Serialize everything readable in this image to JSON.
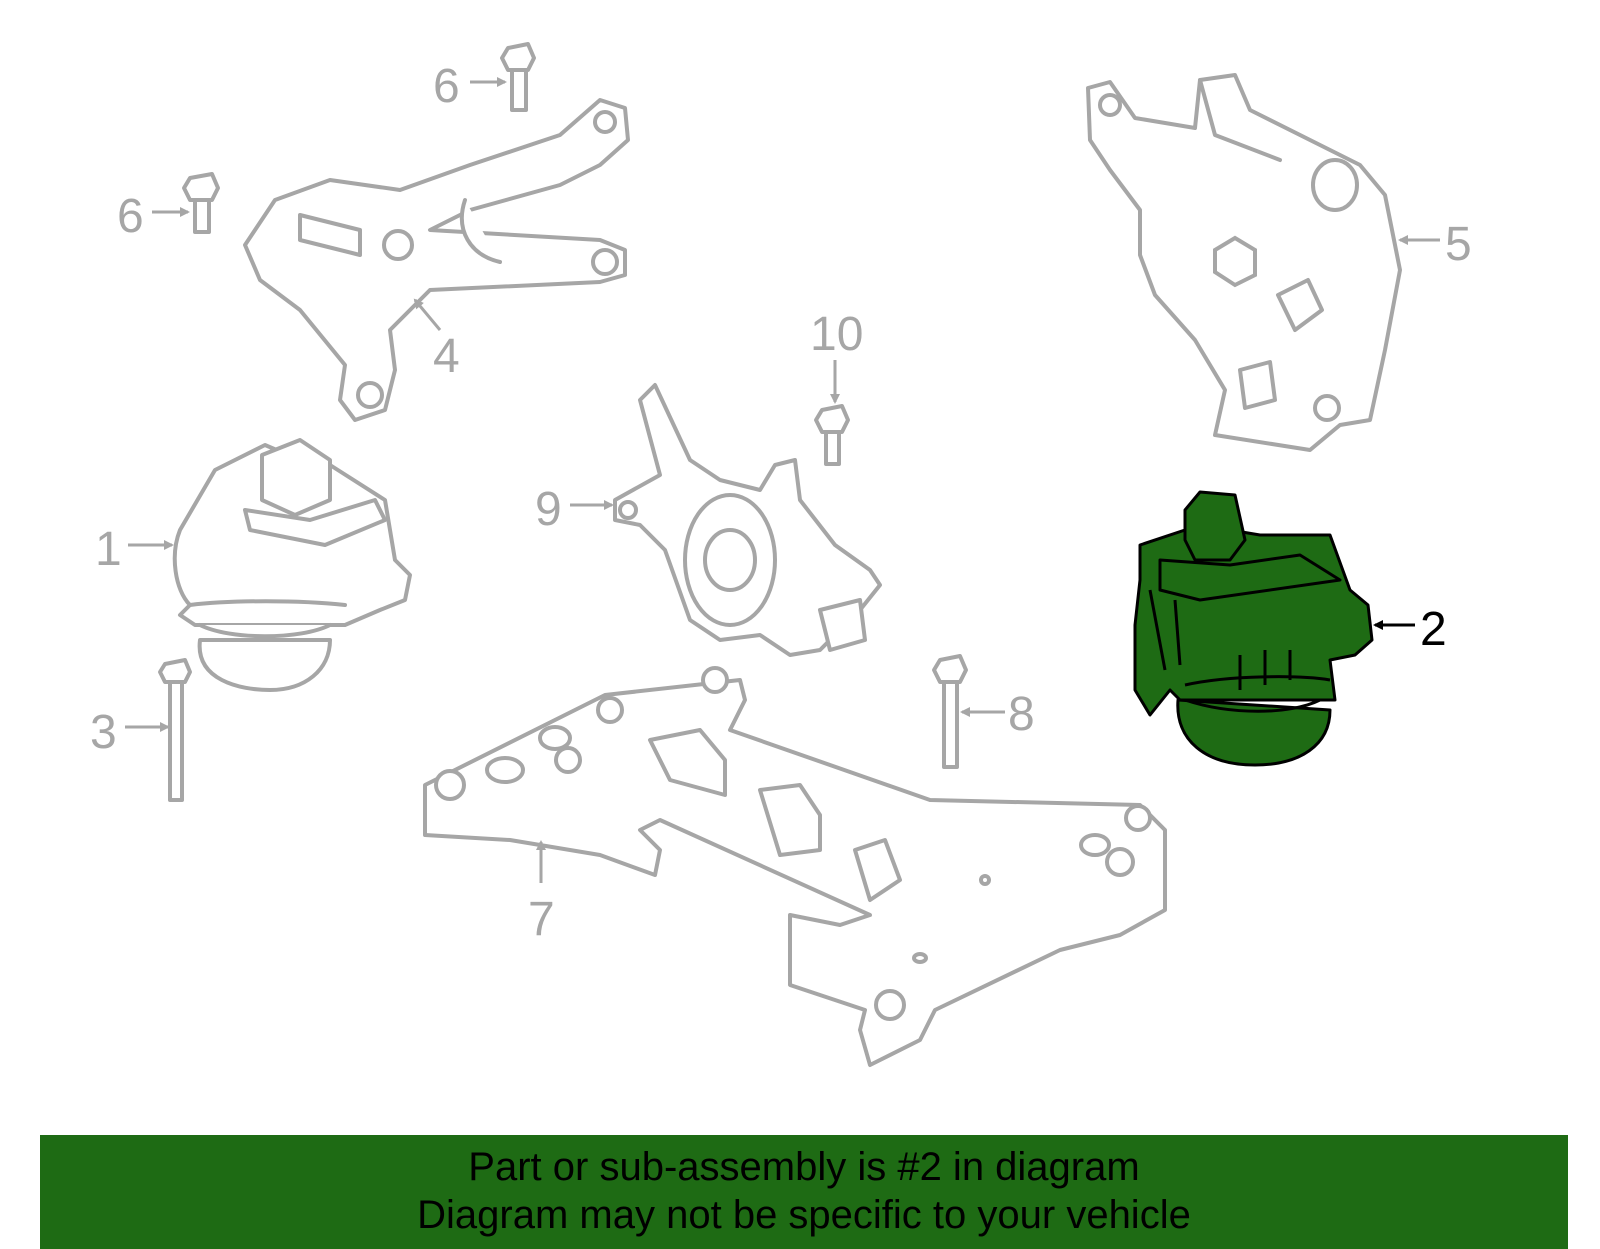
{
  "diagram": {
    "highlight_color": "#1e6b14",
    "part_color": "#a6a6a6",
    "callouts": [
      {
        "id": "1",
        "label": "1"
      },
      {
        "id": "2",
        "label": "2"
      },
      {
        "id": "3",
        "label": "3"
      },
      {
        "id": "4",
        "label": "4"
      },
      {
        "id": "5",
        "label": "5"
      },
      {
        "id": "6a",
        "label": "6"
      },
      {
        "id": "6b",
        "label": "6"
      },
      {
        "id": "7",
        "label": "7"
      },
      {
        "id": "8",
        "label": "8"
      },
      {
        "id": "9",
        "label": "9"
      },
      {
        "id": "10",
        "label": "10"
      }
    ]
  },
  "banner": {
    "line1": "Part or sub-assembly is #2 in diagram",
    "line2": "Diagram may not be specific to your vehicle"
  }
}
